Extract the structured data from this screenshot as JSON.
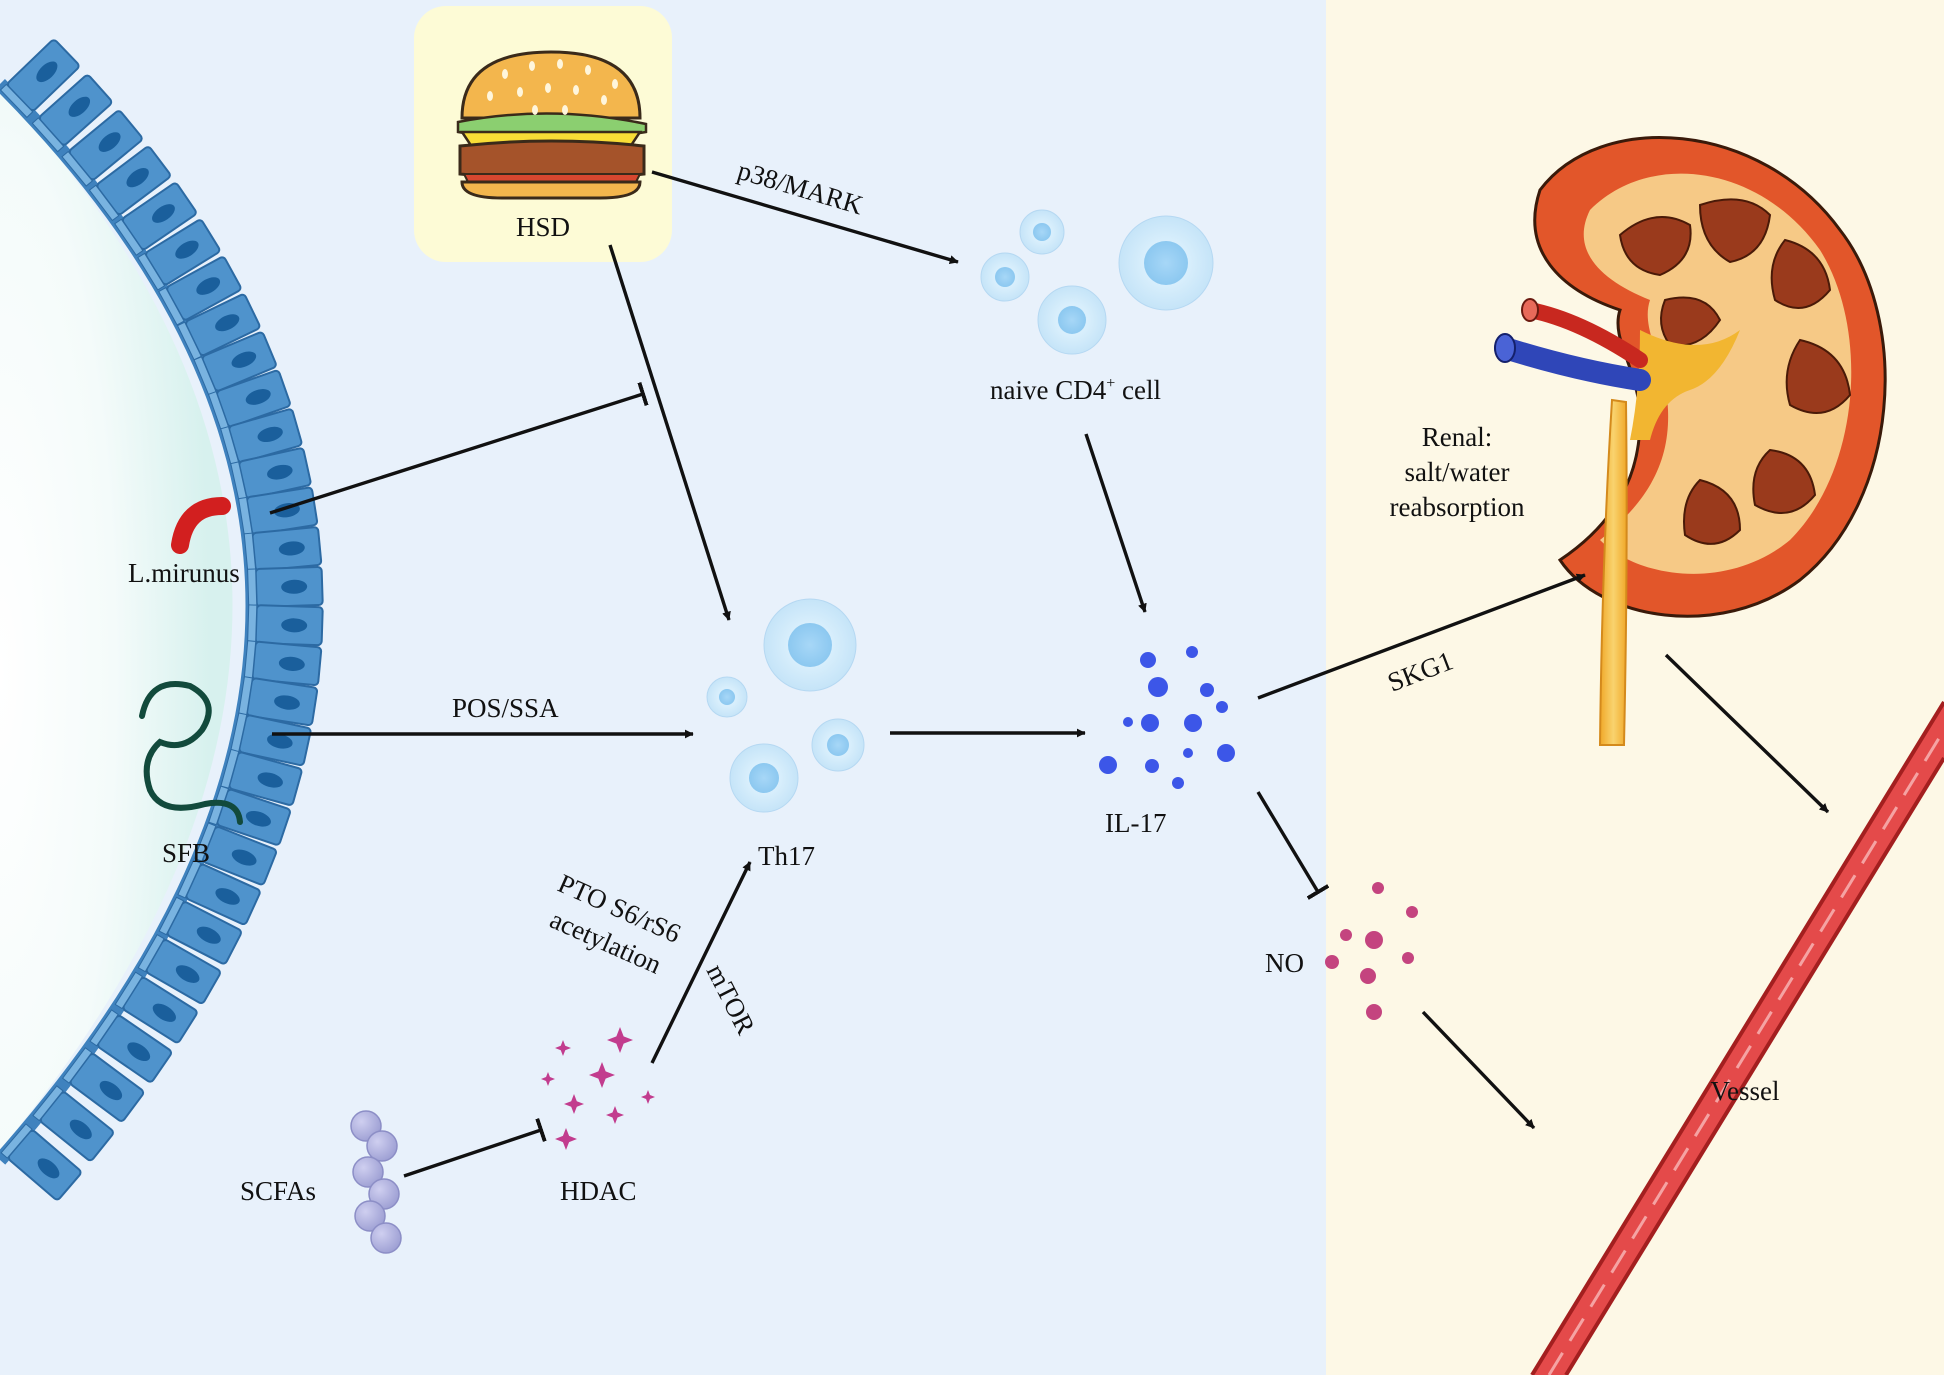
{
  "colors": {
    "intestine_background": "#e8f1fb",
    "systemic_background": "#fdf8e6",
    "epithelium": "#4f93cc",
    "epithelium_nucleus": "#1a5f9c",
    "lumen": "#eaf8f6",
    "il17_dots": "#3c56e8",
    "no_dots": "#c4447f",
    "hdac_stars": "#c23c8e",
    "scfa_beads": "#a7a8d8",
    "l_mirunus": "#d21f1f",
    "sfb": "#124a3c",
    "kidney_cortex": "#e2562a",
    "kidney_medulla": "#9a3a1c",
    "ureter": "#f2b631",
    "vessel": "#e44a4a",
    "hsd_box": "#fdfbd6"
  },
  "nodes": {
    "hsd": "HSD",
    "naive_cd4": {
      "text": "naive CD4",
      "superscript": "+",
      "suffix": " cell"
    },
    "l_mirunus": "L.mirunus",
    "sfb": "SFB",
    "th17": "Th17",
    "il17": "IL-17",
    "no": "NO",
    "scfas": "SCFAs",
    "hdac": "HDAC",
    "renal": [
      "Renal:",
      "salt/water",
      "reabsorption"
    ],
    "vessel": "Vessel"
  },
  "edges": {
    "p38": "p38/MARK",
    "pos_ssa": "POS/SSA",
    "skg1": "SKG1",
    "mtor": "mTOR",
    "pto": [
      "PTO S6/rS6",
      "acetylation"
    ]
  },
  "icons": {
    "burger": "burger-icon",
    "kidney": "kidney-icon",
    "blood_vessel": "blood-vessel-icon",
    "bacterium_rod": "rod-bacterium-icon",
    "bacterium_filament": "filamentous-bacterium-icon",
    "scfa": "scfa-chain-icon",
    "cells": "immune-cell-icon",
    "cytokine": "cytokine-dots-icon",
    "enzyme": "hdac-star-icon"
  }
}
